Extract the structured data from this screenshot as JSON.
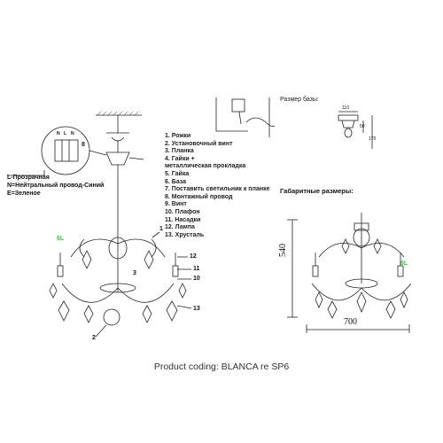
{
  "parts_list": [
    "1. Рожки",
    "2. Установочный винт",
    "3. Планка",
    "4. Гайки +",
    "металлическая прокладка",
    "5. Гайка",
    "6. База",
    "7. Поставить светильник к планке",
    "8. Монтажный провод",
    "9. Винт",
    "10. Плафон",
    "11. Насадки",
    "12. Лампа",
    "13. Хрусталь"
  ],
  "wiring_legend": [
    "L-Прозрачная",
    "N=Нейтральный провод-Синий",
    "E=Зеленое"
  ],
  "base_size_title": "Размер базы:",
  "overall_size_title": "Габаритные размеры:",
  "dimensions": {
    "width": "700",
    "height": "540",
    "base_width": "110",
    "base_h1": "50",
    "base_h2": "170"
  },
  "callouts": {
    "c1": "1",
    "c2": "2",
    "c3": "3",
    "c8": "8",
    "c10": "10",
    "c11": "11",
    "c12": "12",
    "c13": "13",
    "bulb_label": "6L",
    "bulb_label_right": "6L",
    "wire_n": "N",
    "wire_l": "L",
    "wire_n2": "N"
  },
  "product_coding": "Product coding: BLANCA re SP6",
  "colors": {
    "highlight": "#2fd12f",
    "line": "#222222"
  }
}
